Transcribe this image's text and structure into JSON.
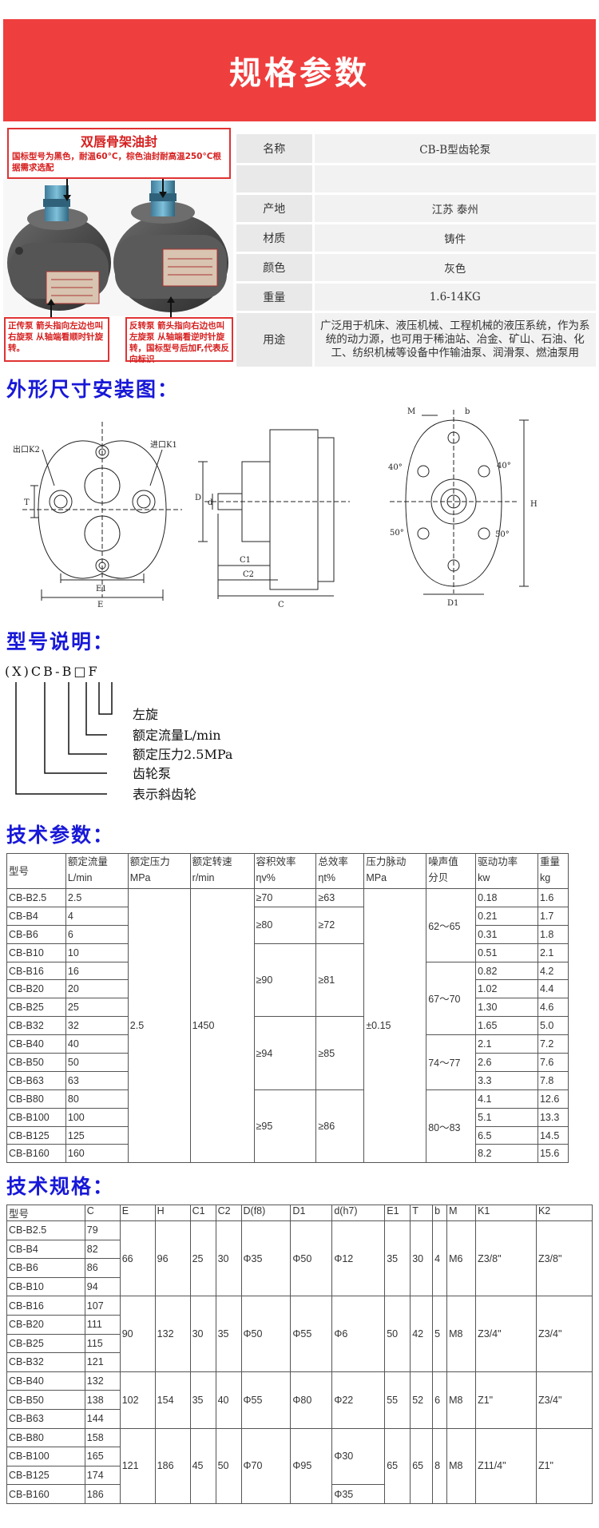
{
  "banner": {
    "title": "规格参数"
  },
  "photo": {
    "seal_title": "双唇骨架油封",
    "seal_note": "国标型号为黑色，耐温60°C，棕色油封耐高温250°C根据需求选配",
    "left_label": "正传泵 箭头指向左边也叫右旋泵 从轴端看顺时针旋转。",
    "right_label": "反转泵 箭头指向右边也叫左旋泵 从轴端看逆时针旋转，国标型号后加F,代表反向标识"
  },
  "spec": {
    "rows": [
      {
        "k": "名称",
        "v": "CB-B型齿轮泵"
      },
      {
        "k": "",
        "v": ""
      },
      {
        "k": "产地",
        "v": "江苏 泰州"
      },
      {
        "k": "材质",
        "v": "铸件"
      },
      {
        "k": "颜色",
        "v": "灰色"
      },
      {
        "k": "重量",
        "v": "1.6-14KG"
      },
      {
        "k": "用途",
        "v": "广泛用于机床、液压机械、工程机械的液压系统，作为系统的动力源，也可用于稀油站、冶金、矿山、石油、化工、纺织机械等设备中作输油泵、润滑泵、燃油泵用"
      }
    ]
  },
  "sections": {
    "outline": "外形尺寸安装图：",
    "model": "型号说明：",
    "tech_params": "技术参数：",
    "tech_specs": "技术规格："
  },
  "drawing_labels": {
    "port_k2": "出口K2",
    "port_k1": "进口K1",
    "t": "T",
    "e1": "E1",
    "e": "E",
    "d": "D",
    "d_small": "d",
    "c1": "C1",
    "c2": "C2",
    "c": "C",
    "m": "M",
    "b": "b",
    "a40l": "40°",
    "a40r": "40°",
    "a50l": "50°",
    "a50r": "50°",
    "h": "H",
    "d1": "D1"
  },
  "model_code": {
    "code": "(X)CB-B□F",
    "items": [
      "左旋",
      "额定流量L/min",
      "额定压力2.5MPa",
      "齿轮泵",
      "表示斜齿轮"
    ]
  },
  "tech_params": {
    "headers": [
      [
        "型号",
        ""
      ],
      [
        "额定流量",
        "L/min"
      ],
      [
        "额定压力",
        "MPa"
      ],
      [
        "额定转速",
        "r/min"
      ],
      [
        "容积效率",
        "ηv%"
      ],
      [
        "总效率",
        "ηt%"
      ],
      [
        "压力脉动",
        "MPa"
      ],
      [
        "噪声值",
        "分贝"
      ],
      [
        "驱动功率",
        "kw"
      ],
      [
        "重量",
        "kg"
      ]
    ],
    "models": [
      "CB-B2.5",
      "CB-B4",
      "CB-B6",
      "CB-B10",
      "CB-B16",
      "CB-B20",
      "CB-B25",
      "CB-B32",
      "CB-B40",
      "CB-B50",
      "CB-B63",
      "CB-B80",
      "CB-B100",
      "CB-B125",
      "CB-B160"
    ],
    "flow": [
      "2.5",
      "4",
      "6",
      "10",
      "16",
      "20",
      "25",
      "32",
      "40",
      "50",
      "63",
      "80",
      "100",
      "125",
      "160"
    ],
    "pressure": "2.5",
    "speed": "1450",
    "vol_eff": [
      "≥70",
      "≥80",
      "≥90",
      "≥94",
      "≥95"
    ],
    "total_eff": [
      "≥63",
      "≥72",
      "≥81",
      "≥85",
      "≥86"
    ],
    "pulse": "±0.15",
    "noise": [
      "62～65",
      "67～70",
      "74～77",
      "80～83"
    ],
    "power": [
      "0.18",
      "0.21",
      "0.31",
      "0.51",
      "0.82",
      "1.02",
      "1.30",
      "1.65",
      "2.1",
      "2.6",
      "3.3",
      "4.1",
      "5.1",
      "6.5",
      "8.2"
    ],
    "weight": [
      "1.6",
      "1.7",
      "1.8",
      "2.1",
      "4.2",
      "4.4",
      "4.6",
      "5.0",
      "7.2",
      "7.6",
      "7.8",
      "12.6",
      "13.3",
      "14.5",
      "15.6"
    ]
  },
  "tech_specs": {
    "headers": [
      "型号",
      "C",
      "E",
      "H",
      "C1",
      "C2",
      "D(f8)",
      "D1",
      "d(h7)",
      "E1",
      "T",
      "b",
      "M",
      "K1",
      "K2"
    ],
    "models": [
      "CB-B2.5",
      "CB-B4",
      "CB-B6",
      "CB-B10",
      "CB-B16",
      "CB-B20",
      "CB-B25",
      "CB-B32",
      "CB-B40",
      "CB-B50",
      "CB-B63",
      "CB-B80",
      "CB-B100",
      "CB-B125",
      "CB-B160"
    ],
    "c": [
      "79",
      "82",
      "86",
      "94",
      "107",
      "111",
      "115",
      "121",
      "132",
      "138",
      "144",
      "158",
      "165",
      "174",
      "186"
    ],
    "groups": [
      {
        "E": "66",
        "H": "96",
        "C1": "25",
        "C2": "30",
        "D": "Φ35",
        "D1": "Φ50",
        "d": "Φ12",
        "E1": "35",
        "T": "30",
        "b": "4",
        "M": "M6",
        "K1": "Z3/8\"",
        "K2": "Z3/8\""
      },
      {
        "E": "90",
        "H": "132",
        "C1": "30",
        "C2": "35",
        "D": "Φ50",
        "D1": "Φ55",
        "d": "Φ6",
        "E1": "50",
        "T": "42",
        "b": "5",
        "M": "M8",
        "K1": "Z3/4\"",
        "K2": "Z3/4\""
      },
      {
        "E": "102",
        "H": "154",
        "C1": "35",
        "C2": "40",
        "D": "Φ55",
        "D1": "Φ80",
        "d": "Φ22",
        "E1": "55",
        "T": "52",
        "b": "6",
        "M": "M8",
        "K1": "Z1\"",
        "K2": "Z3/4\""
      },
      {
        "E": "121",
        "H": "186",
        "C1": "45",
        "C2": "50",
        "D": "Φ70",
        "D1": "Φ95",
        "d": "Φ30",
        "d_last": "Φ35",
        "E1": "65",
        "T": "65",
        "b": "8",
        "M": "M8",
        "K1": "Z11/4\"",
        "K2": "Z1\""
      }
    ]
  }
}
